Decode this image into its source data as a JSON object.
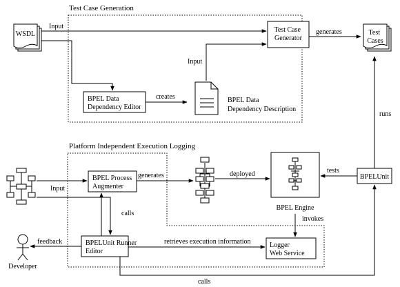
{
  "sections": {
    "generation_title": "Test Case Generation",
    "logging_title": "Platform Independent Execution Logging"
  },
  "nodes": {
    "wsdl": "WSDL",
    "test_case_generator": [
      "Test Case",
      "Generator"
    ],
    "test_cases": [
      "Test",
      "Cases"
    ],
    "bpel_data_dependency_editor": [
      "BPEL Data",
      "Dependency Editor"
    ],
    "bpel_data_dependency_description": [
      "BPEL Data",
      "Dependency Description"
    ],
    "bpel_process_augmenter": [
      "BPEL Process",
      "Augmenter"
    ],
    "bpel_engine": "BPEL Engine",
    "bpelunit": "BPELUnit",
    "bpelunit_runner_editor": [
      "BPELUnit Runner",
      "Editor"
    ],
    "logger_web_service": [
      "Logger",
      "Web Service"
    ],
    "developer": "Developer"
  },
  "edges": {
    "input_wsdl": "Input",
    "input_description": "Input",
    "generates_tests": "generates",
    "creates": "creates",
    "runs": "runs",
    "input_process": "Input",
    "generates_process": "generates",
    "deployed": "deployed",
    "tests": "tests",
    "invokes": "invokes",
    "calls_augmenter": "calls",
    "feedback": "feedback",
    "retrieves": "retrieves execution information",
    "calls_bpelunit": "calls"
  }
}
